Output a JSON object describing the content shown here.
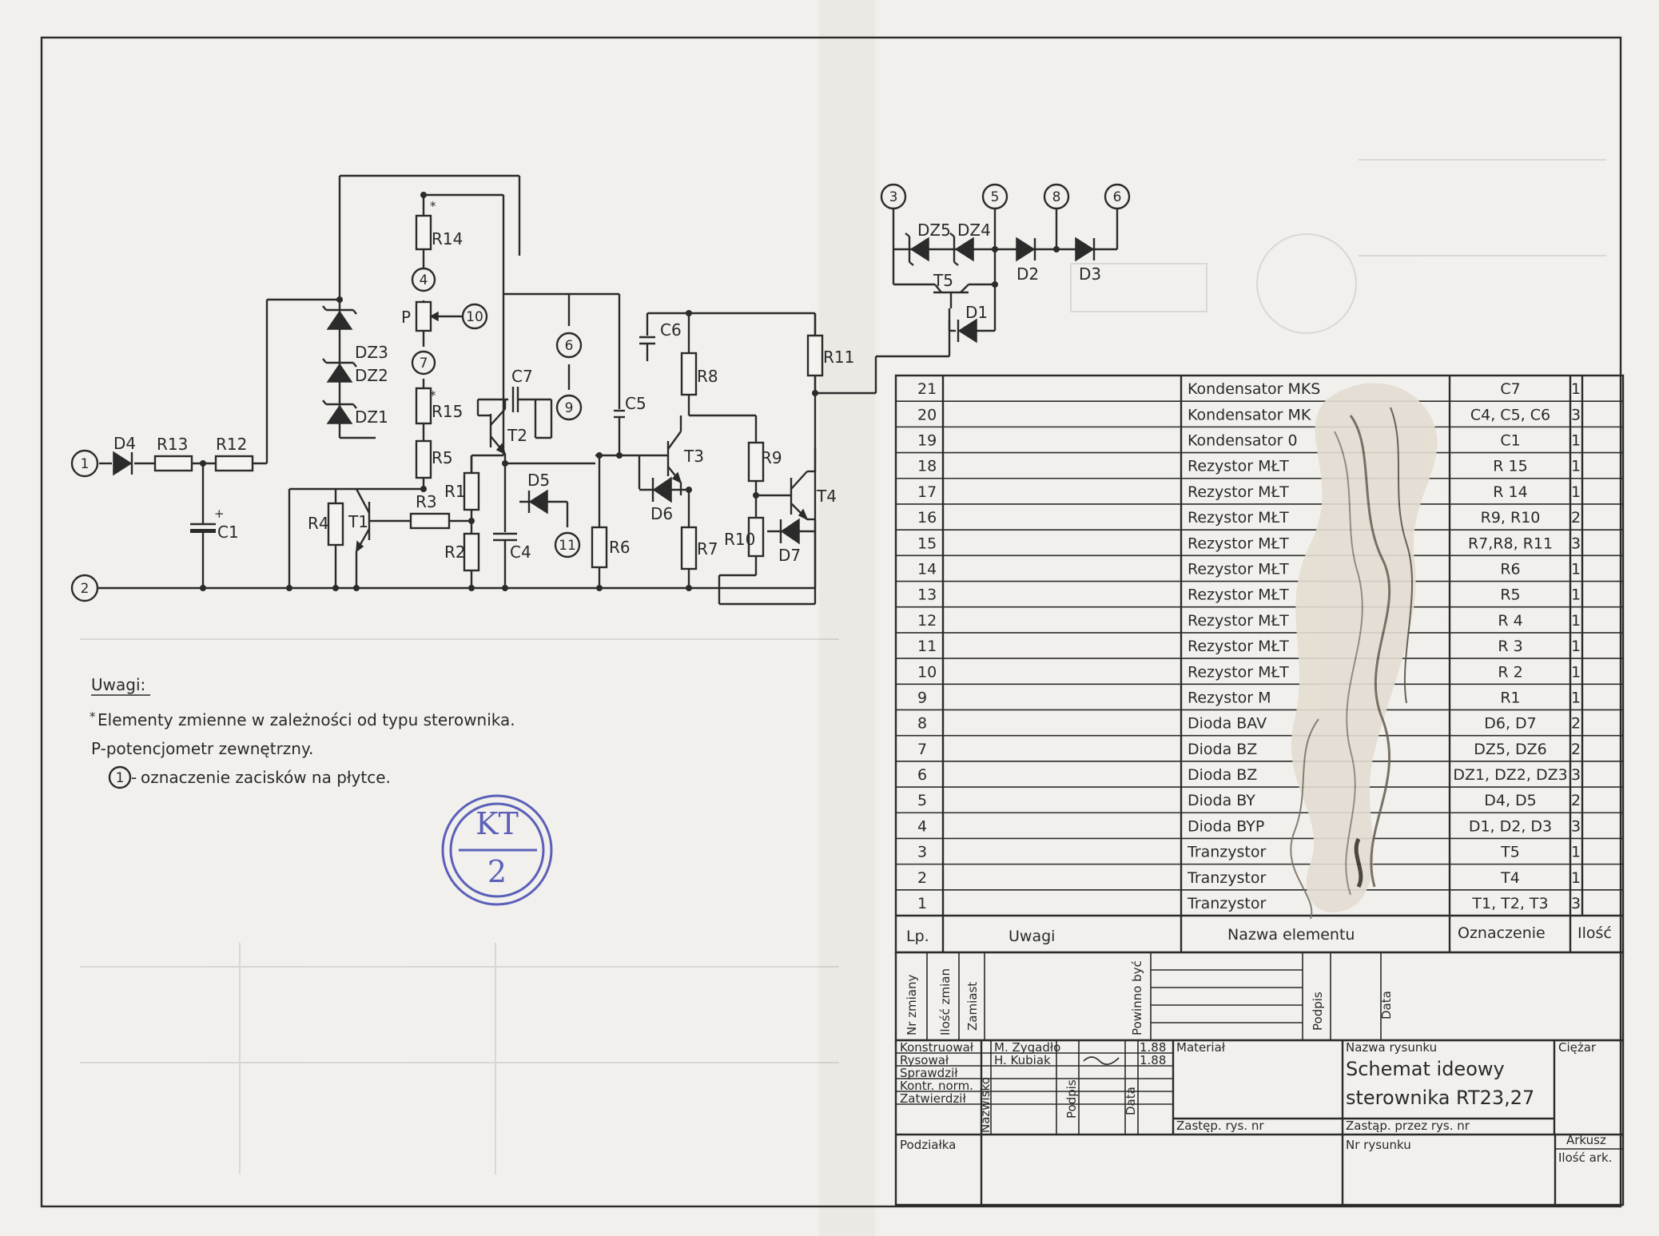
{
  "notes": {
    "heading": "Uwagi:",
    "line1": "Elementy zmienne w zależności od typu sterownika.",
    "line2": "P-potencjometr zewnętrzny.",
    "line3": "oznaczenie zacisków na płytce.",
    "marker": "1"
  },
  "stamp": {
    "top": "KT",
    "bottom": "2"
  },
  "schematic": {
    "terminals": [
      "1",
      "2",
      "3",
      "4",
      "5",
      "6",
      "7",
      "8",
      "9",
      "10",
      "11"
    ],
    "components": [
      "D1",
      "D2",
      "D3",
      "D4",
      "D5",
      "D6",
      "D7",
      "DZ1",
      "DZ2",
      "DZ3",
      "DZ4",
      "DZ5",
      "R1",
      "R2",
      "R3",
      "R4",
      "R5",
      "R6",
      "R7",
      "R8",
      "R9",
      "R10",
      "R11",
      "R12",
      "R13",
      "R14",
      "R15",
      "C1",
      "C4",
      "C5",
      "C6",
      "C7",
      "T1",
      "T2",
      "T3",
      "T4",
      "T5",
      "P"
    ]
  },
  "parts_table": {
    "header": {
      "lp": "Lp.",
      "uwagi": "Uwagi",
      "nazwa": "Nazwa elementu",
      "oznaczenie": "Oznaczenie",
      "ilosc": "Ilość"
    },
    "rows": [
      {
        "lp": "21",
        "nazwa": "Kondensator MKS",
        "oznaczenie": "C7",
        "ilosc": "1"
      },
      {
        "lp": "20",
        "nazwa": "Kondensator MK",
        "oznaczenie": "C4, C5, C6",
        "ilosc": "3"
      },
      {
        "lp": "19",
        "nazwa": "Kondensator 0",
        "oznaczenie": "C1",
        "ilosc": "1"
      },
      {
        "lp": "18",
        "nazwa": "Rezystor MŁT",
        "oznaczenie": "R 15",
        "ilosc": "1"
      },
      {
        "lp": "17",
        "nazwa": "Rezystor MŁT",
        "oznaczenie": "R 14",
        "ilosc": "1"
      },
      {
        "lp": "16",
        "nazwa": "Rezystor MŁT",
        "oznaczenie": "R9, R10",
        "ilosc": "2"
      },
      {
        "lp": "15",
        "nazwa": "Rezystor MŁT",
        "oznaczenie": "R7,R8, R11",
        "ilosc": "3"
      },
      {
        "lp": "14",
        "nazwa": "Rezystor MŁT",
        "oznaczenie": "R6",
        "ilosc": "1"
      },
      {
        "lp": "13",
        "nazwa": "Rezystor MŁT",
        "oznaczenie": "R5",
        "ilosc": "1"
      },
      {
        "lp": "12",
        "nazwa": "Rezystor MŁT",
        "oznaczenie": "R 4",
        "ilosc": "1"
      },
      {
        "lp": "11",
        "nazwa": "Rezystor MŁT",
        "oznaczenie": "R 3",
        "ilosc": "1"
      },
      {
        "lp": "10",
        "nazwa": "Rezystor MŁT",
        "oznaczenie": "R 2",
        "ilosc": "1"
      },
      {
        "lp": "9",
        "nazwa": "Rezystor M",
        "oznaczenie": "R1",
        "ilosc": "1"
      },
      {
        "lp": "8",
        "nazwa": "Dioda BAV",
        "oznaczenie": "D6, D7",
        "ilosc": "2"
      },
      {
        "lp": "7",
        "nazwa": "Dioda BZ",
        "oznaczenie": "DZ5, DZ6",
        "ilosc": "2"
      },
      {
        "lp": "6",
        "nazwa": "Dioda BZ",
        "oznaczenie": "DZ1, DZ2, DZ3",
        "ilosc": "3"
      },
      {
        "lp": "5",
        "nazwa": "Dioda BY",
        "oznaczenie": "D4, D5",
        "ilosc": "2"
      },
      {
        "lp": "4",
        "nazwa": "Dioda BYP",
        "oznaczenie": "D1, D2, D3",
        "ilosc": "3"
      },
      {
        "lp": "3",
        "nazwa": "Tranzystor",
        "oznaczenie": "T5",
        "ilosc": "1"
      },
      {
        "lp": "2",
        "nazwa": "Tranzystor",
        "oznaczenie": "T4",
        "ilosc": "1"
      },
      {
        "lp": "1",
        "nazwa": "Tranzystor",
        "oznaczenie": "T1, T2, T3",
        "ilosc": "3"
      }
    ]
  },
  "revision_block": {
    "nr_zmiany": "Nr zmiany",
    "ilosc_zmian": "Ilość zmian",
    "zamiast": "Zamiast",
    "powinno_byc": "Powinno być",
    "podpis": "Podpis",
    "data": "Data"
  },
  "title_block": {
    "konstruowal": "Konstruował",
    "rysowal": "Rysował",
    "sprawdzil": "Sprawdził",
    "kontr_norm": "Kontr. norm.",
    "zatwierdzil": "Zatwierdził",
    "nazwisko": "Nazwisko",
    "podpis": "Podpis",
    "data": "Data",
    "konstruktor_name": "M. Zygadło",
    "rysownik_name": "H. Kubiak",
    "konstruktor_date": "1.88",
    "rysownik_date": "1.88",
    "material": "Materiał",
    "nazwa_rysunku_label": "Nazwa rysunku",
    "title_line1": "Schemat ideowy",
    "title_line2": "sterownika RT23,27",
    "ciezar": "Ciężar",
    "zastep": "Zastęp. rys. nr",
    "zastap": "Zastąp. przez rys. nr",
    "nr_rysunku": "Nr rysunku",
    "podzialka": "Podziałka",
    "arkusz": "Arkusz",
    "ilosc_ark": "Ilość ark."
  }
}
